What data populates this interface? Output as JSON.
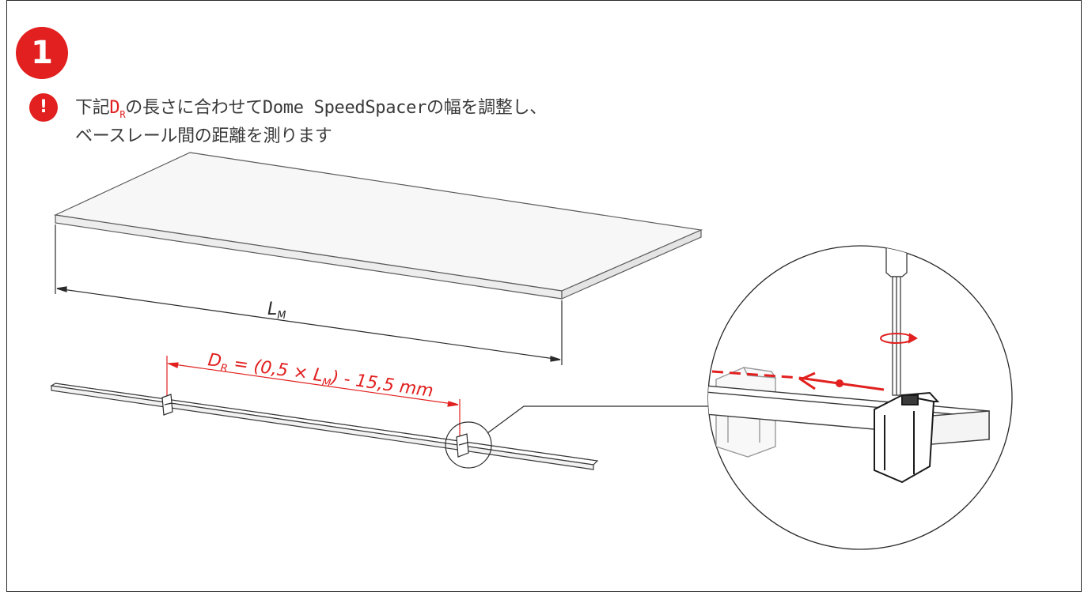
{
  "step": {
    "number": "1"
  },
  "warning": {
    "icon": "exclamation-icon",
    "line1_before": "下記",
    "line1_var": "D",
    "line1_sub": "R",
    "line1_after": "の長さに合わせてDome SpeedSpacerの幅を調整し、",
    "line2": "ベースレール間の距離を測ります"
  },
  "labels": {
    "lm_main": "L",
    "lm_sub": "M",
    "formula_d": "D",
    "formula_d_sub": "R",
    "formula_mid": " = (0,5 × L",
    "formula_lm_sub": "M",
    "formula_end": ") - 15,5 mm"
  },
  "colors": {
    "accent": "#e1201f",
    "line": "#2a2a2a",
    "board_fill": "#f4f4f4"
  }
}
